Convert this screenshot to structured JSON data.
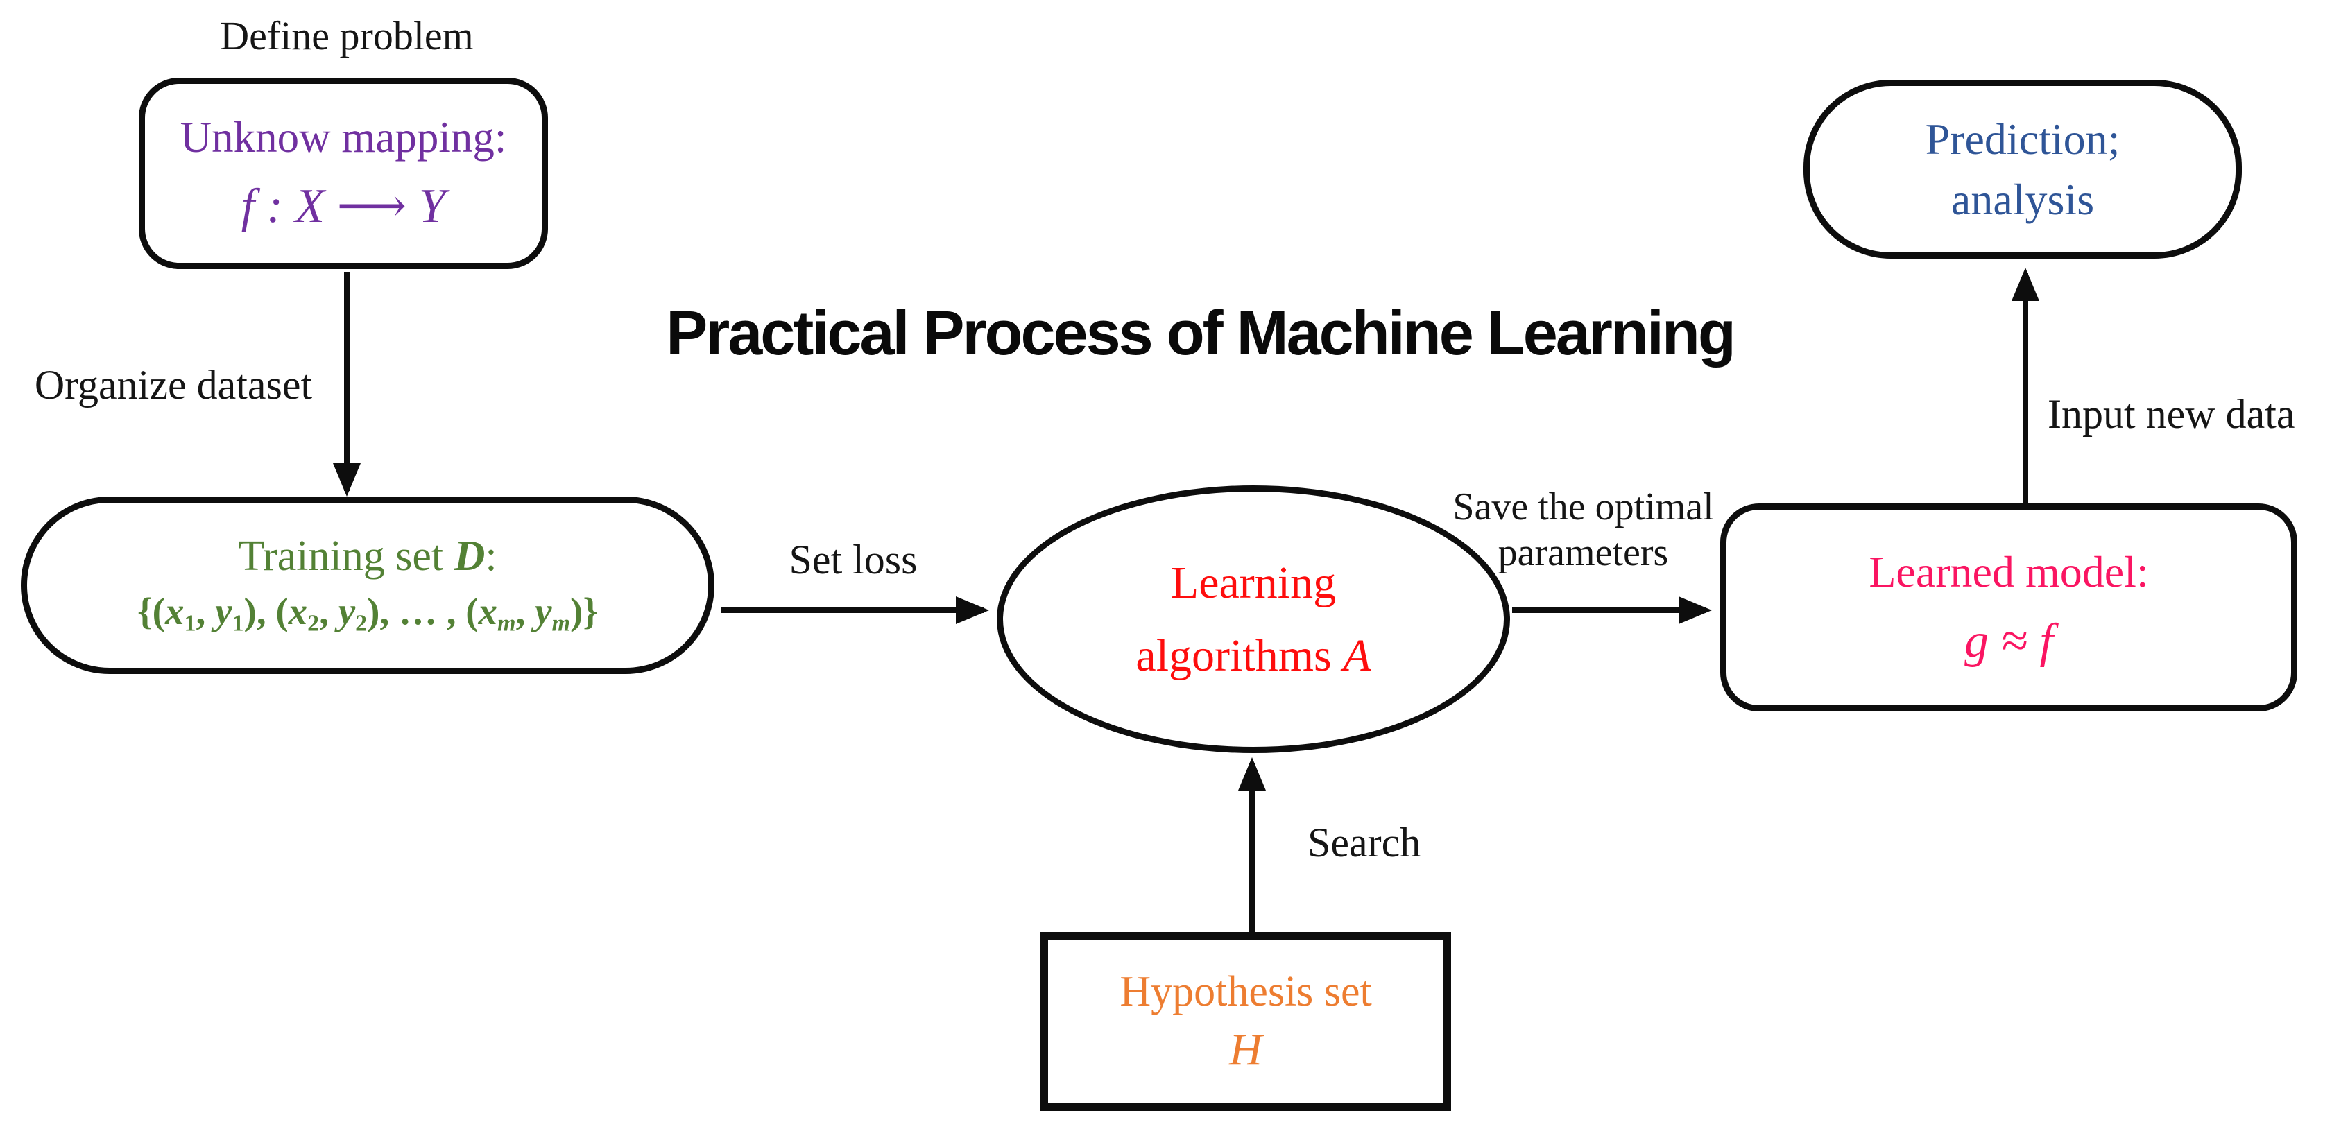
{
  "diagram": {
    "title": "Practical Process of Machine Learning",
    "labels": {
      "define_problem": "Define problem",
      "organize_dataset": "Organize dataset",
      "set_loss": "Set loss",
      "save_optimal_line1": "Save the optimal",
      "save_optimal_line2": "parameters",
      "search": "Search",
      "input_new_data": "Input new data"
    },
    "nodes": {
      "unknown_mapping": {
        "line1": "Unknow mapping:",
        "line2": "f : X ⟶ Y",
        "color": "#7030A0",
        "shape": "rounded-rectangle"
      },
      "training_set": {
        "line1_runs": [
          {
            "t": "Training set "
          },
          {
            "t": "D",
            "c": "bi"
          },
          {
            "t": ":"
          }
        ],
        "formula_runs": [
          {
            "t": "{("
          },
          {
            "t": "x",
            "c": "bi"
          },
          {
            "t": "1",
            "c": "sub"
          },
          {
            "t": ", "
          },
          {
            "t": "y",
            "c": "bi"
          },
          {
            "t": "1",
            "c": "sub"
          },
          {
            "t": "), ("
          },
          {
            "t": "x",
            "c": "bi"
          },
          {
            "t": "2",
            "c": "sub"
          },
          {
            "t": ", "
          },
          {
            "t": "y",
            "c": "bi"
          },
          {
            "t": "2",
            "c": "sub"
          },
          {
            "t": "), … , ("
          },
          {
            "t": "x",
            "c": "bi"
          },
          {
            "t": "m",
            "c": "subi"
          },
          {
            "t": ", "
          },
          {
            "t": "y",
            "c": "bi"
          },
          {
            "t": "m",
            "c": "subi"
          },
          {
            "t": ")}"
          }
        ],
        "color": "#538135",
        "shape": "stadium"
      },
      "learning_algorithms": {
        "line1": "Learning",
        "line2_runs": [
          {
            "t": "algorithms "
          },
          {
            "t": "A",
            "c": "i"
          }
        ],
        "color": "#FE0D0D",
        "shape": "ellipse"
      },
      "learned_model": {
        "line1": "Learned model:",
        "line2": "g ≈ f",
        "color": "#FA1562",
        "shape": "rounded-rectangle"
      },
      "prediction": {
        "line1": "Prediction;",
        "line2": "analysis",
        "color": "#2F5597",
        "shape": "rounded-rectangle"
      },
      "hypothesis_set": {
        "line1": "Hypothesis set",
        "line2": "H",
        "color": "#ED7D31",
        "shape": "rectangle"
      }
    },
    "edge_color": "#0d0d0d"
  }
}
